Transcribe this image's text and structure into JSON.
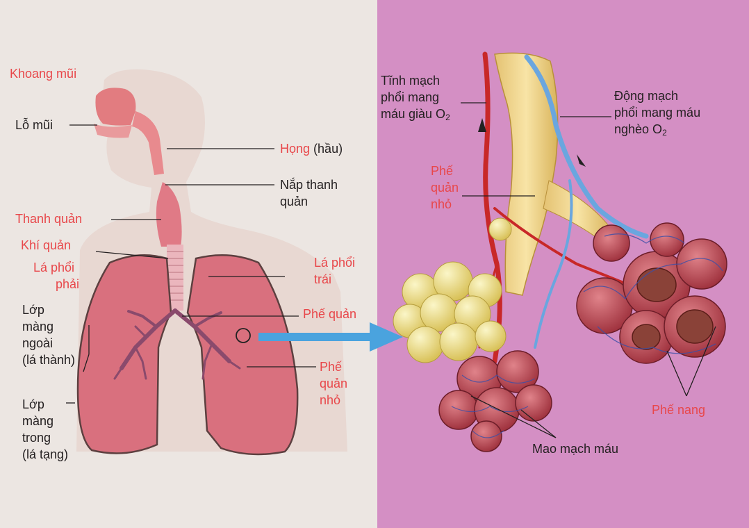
{
  "colors": {
    "red_label": "#e8474a",
    "black_label": "#231f20",
    "left_bg": "#ece6e2",
    "right_bg": "#d48fc4",
    "lung": "#d9707e",
    "bronchiole_tube": "#f1d48c",
    "alveoli_yellow": "#f2e48a",
    "vein_red": "#c82828",
    "artery_blue": "#6aa6df",
    "arrow": "#4aa3de"
  },
  "labels": {
    "khoang_mui": "Khoang mũi",
    "lo_mui": "Lỗ mũi",
    "hong": "Họng",
    "hau": "(hầu)",
    "nap_thanh_quan": [
      "Nắp thanh",
      "quản"
    ],
    "thanh_quan": "Thanh quản",
    "khi_quan": "Khí quản",
    "la_phoi_phai": [
      "Lá phổi",
      "phải"
    ],
    "la_phoi_trai": [
      "Lá phổi",
      "trái"
    ],
    "lop_mang_ngoai": [
      "Lớp",
      "màng",
      "ngoài",
      "(lá thành)"
    ],
    "lop_mang_trong": [
      "Lớp",
      "màng",
      "trong",
      "(lá tạng)"
    ],
    "phe_quan": "Phế quản",
    "phe_quan_nho_left": [
      "Phế",
      "quản",
      "nhỏ"
    ],
    "phe_quan_nho_right": [
      "Phế",
      "quản",
      "nhỏ"
    ],
    "tinh_mach": [
      "Tĩnh mạch",
      "phổi mang",
      "máu giàu O"
    ],
    "tinh_mach_sub": "2",
    "dong_mach": [
      "Động mạch",
      "phổi mang máu",
      "nghèo O"
    ],
    "dong_mach_sub": "2",
    "phe_nang": "Phế nang",
    "mao_mach": "Mao mạch máu"
  },
  "icons": [
    "respiratory-system-illustration",
    "alveoli-illustration",
    "zoom-arrow-icon",
    "zoom-circle-icon"
  ]
}
